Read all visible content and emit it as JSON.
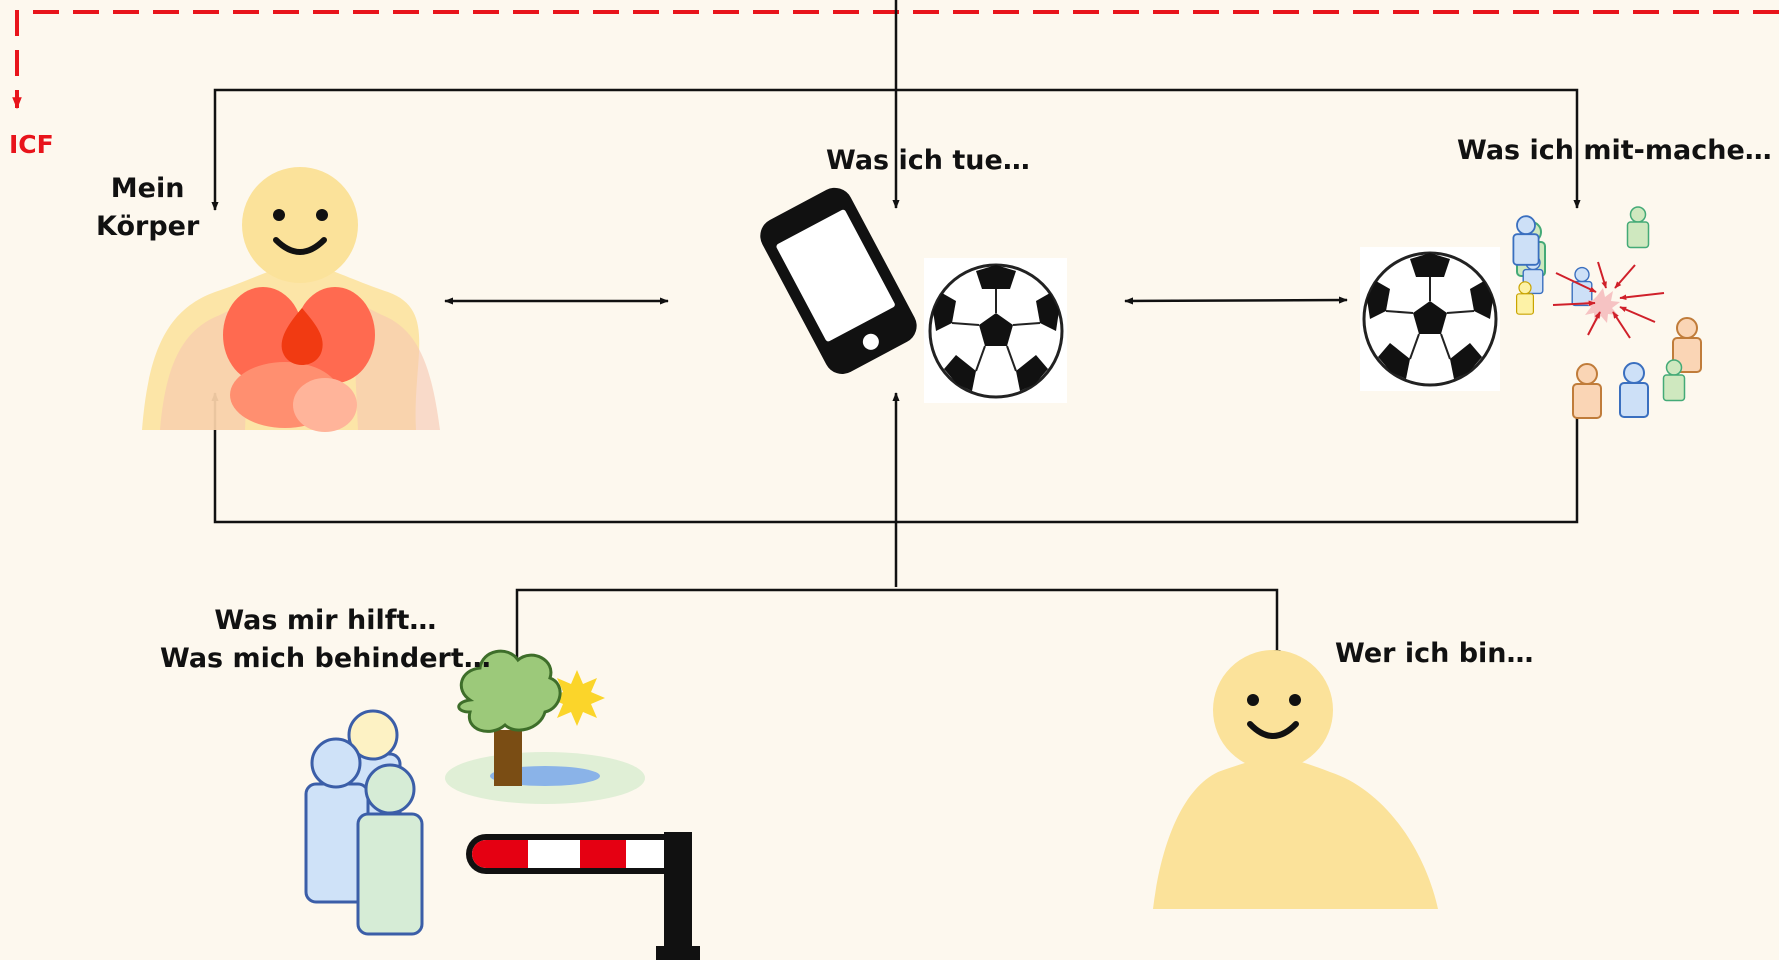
{
  "labels": {
    "icf": "ICF",
    "body": "Mein\nKörper",
    "activity": "Was ich tue…",
    "participation": "Was ich mit-mache…",
    "environment": "Was mir hilft…\nWas mich behindert…",
    "personal": "Wer ich bin…"
  },
  "icons": [
    "body-organs-icon",
    "smartphone-icon",
    "soccer-ball-icon",
    "soccer-ball-icon",
    "group-people-icon",
    "family-icon",
    "tree-sun-icon",
    "barrier-gate-icon",
    "person-icon"
  ],
  "colors": {
    "background": "#fdf8ee",
    "icf_red": "#e8141b",
    "skin": "#fbe29a",
    "arrows": "#111111"
  }
}
